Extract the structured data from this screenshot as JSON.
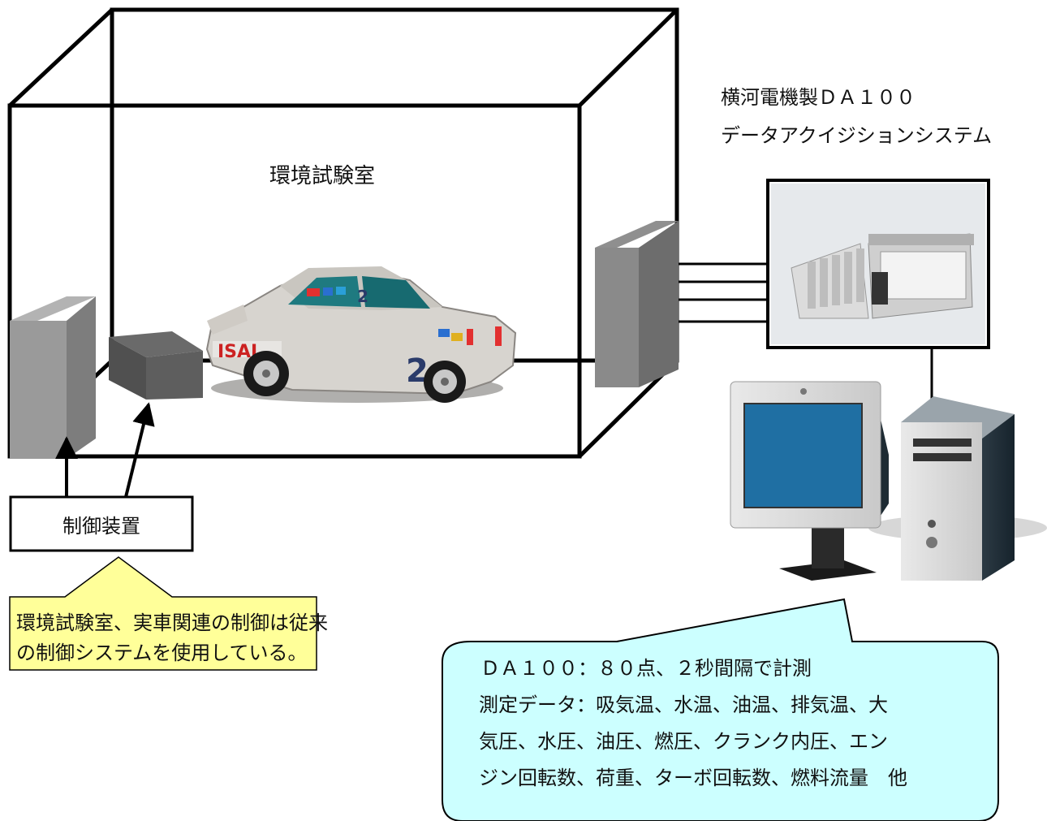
{
  "chamber": {
    "label": "環境試験室"
  },
  "system": {
    "line1": "横河電機製ＤＡ１００",
    "line2": "データアクイジションシステム"
  },
  "controller": {
    "label": "制御装置"
  },
  "note_control": {
    "line1": "環境試験室、実車関連の制御は従来",
    "line2": "の制御システムを使用している。"
  },
  "note_measure": {
    "line1": "ＤＡ１００：８０点、２秒間隔で計測",
    "line2": "測定データ：吸気温、水温、油温、排気温、大",
    "line3": "気圧、水圧、油圧、燃圧、クランク内圧、エン",
    "line4": "ジン回転数、荷重、ターボ回転数、燃料流量　他"
  },
  "car": {
    "number": "2",
    "decal": "ISAL"
  },
  "colors": {
    "note_control_bg": "#ffff99",
    "note_measure_bg": "#ccffff",
    "monitor_screen": "#1f6fa3",
    "unit_gray": "#8c8c8c"
  }
}
